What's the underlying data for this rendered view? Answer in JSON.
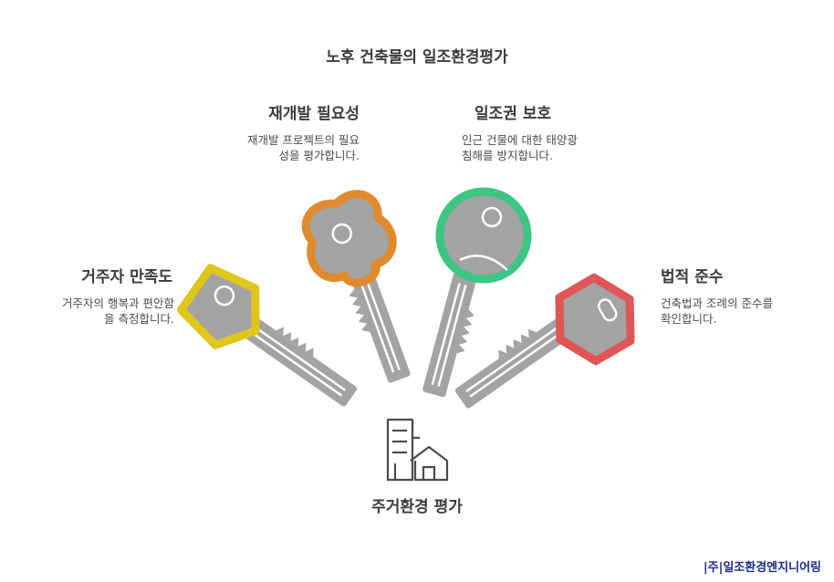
{
  "title": "노후 건축물의 일조환경평가",
  "items": [
    {
      "heading": "거주자 만족도",
      "desc": [
        "거주자의 행복과 편안함",
        "을 측정합니다."
      ],
      "color": "#e0c51c",
      "shape": "pentagon"
    },
    {
      "heading": "재개발 필요성",
      "desc": [
        "재개발 프로젝트의 필요",
        "성을 평가합니다."
      ],
      "color": "#e08a2e",
      "shape": "cloud"
    },
    {
      "heading": "일조권 보호",
      "desc": [
        "인근 건물에 대한 태양광",
        "침해를 방지합니다."
      ],
      "color": "#3dc584",
      "shape": "circle"
    },
    {
      "heading": "법적 준수",
      "desc": [
        "건축법과 조례의 준수를",
        "확인합니다."
      ],
      "color": "#e05555",
      "shape": "hexagon"
    }
  ],
  "bottom_label": "주거환경 평가",
  "watermark": "|주|일조환경엔지니어링",
  "key_color": "#a3a3a3",
  "center_icon": "building-house-icon"
}
